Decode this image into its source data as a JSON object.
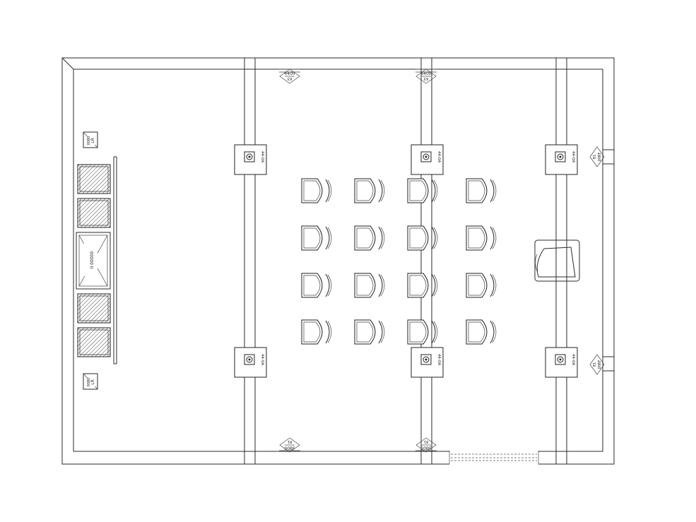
{
  "plan": {
    "top_markers": [
      {
        "code": "4400",
        "sub": "63"
      },
      {
        "code": "4400",
        "sub": "63"
      }
    ],
    "bottom_markers": [
      {
        "code": "00BF",
        "sub": "81"
      },
      {
        "code": "00BF",
        "sub": "81"
      }
    ],
    "right_markers": [
      {
        "code": "00BF",
        "sub": "81"
      },
      {
        "code": "00BF",
        "sub": "81"
      }
    ],
    "speaker_label": "44-0A",
    "surround_label": "00BF",
    "side_marker_top": {
      "code": "LR",
      "sub": "0080"
    },
    "side_marker_bottom": {
      "code": "LR",
      "sub": "0080"
    },
    "screen_label": "II  00000",
    "seat_rows": 4,
    "seat_cols": 4
  }
}
